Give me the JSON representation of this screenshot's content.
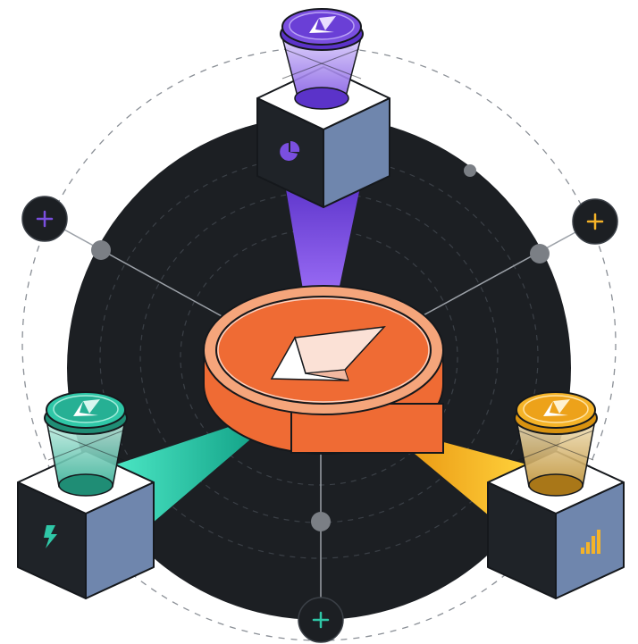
{
  "scene": {
    "colors": {
      "background": "#ffffff",
      "disc": "#1c1f23",
      "outline": "#15181c",
      "dashed_ring": "#8a8f96",
      "spoke": "#9ca1a8",
      "node_gray": "#7b7f85",
      "token_orange": "#f06c38",
      "token_orange_light": "#f5a57b",
      "purple": "#7a4fe0",
      "teal": "#2fc7a7",
      "yellow": "#f5b328",
      "cube_side": "#6f86ad",
      "cube_top": "#ffffff"
    },
    "plus_buttons": [
      {
        "name": "plus-button-left",
        "color": "#7a4fe0"
      },
      {
        "name": "plus-button-right",
        "color": "#f5b328"
      },
      {
        "name": "plus-button-bottom",
        "color": "#2fc7a7"
      }
    ],
    "stations": [
      {
        "name": "station-top",
        "icon": "pie-chart-icon",
        "accent": "#7a4fe0"
      },
      {
        "name": "station-left",
        "icon": "lightning-icon",
        "accent": "#2fc7a7"
      },
      {
        "name": "station-right",
        "icon": "bar-chart-icon",
        "accent": "#f5b328"
      }
    ],
    "center_token": {
      "icon": "arrow-logo-icon"
    }
  }
}
